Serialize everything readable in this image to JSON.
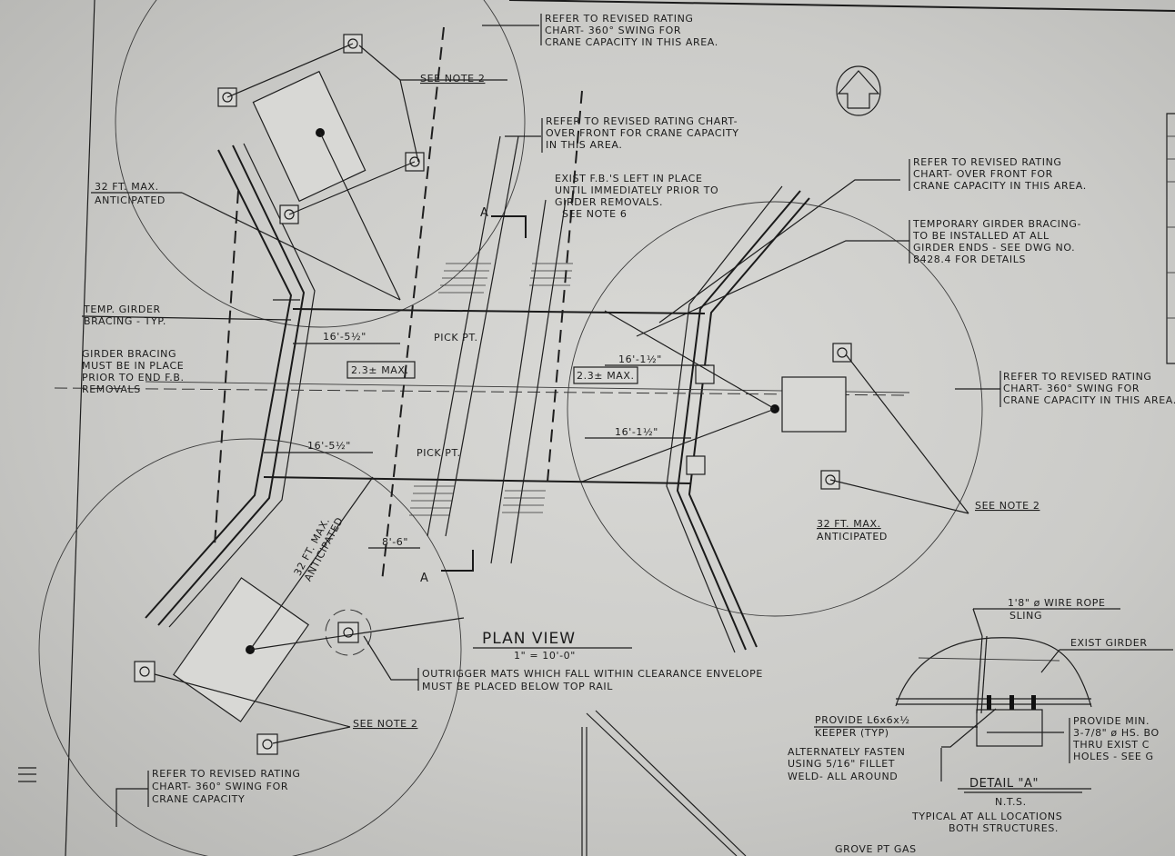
{
  "drawing": {
    "title": "PLAN VIEW",
    "scale": "1\" = 10'-0\"",
    "notes": {
      "top_360_swing": [
        "REFER TO REVISED RATING",
        "CHART- 360° SWING FOR",
        "CRANE CAPACITY IN THIS AREA."
      ],
      "top_see_note": "SEE NOTE 2",
      "over_front_center": [
        "REFER TO REVISED RATING CHART-",
        "OVER FRONT FOR CRANE CAPACITY",
        "IN THIS AREA."
      ],
      "exist_fb": [
        "EXIST F.B.'S LEFT IN PLACE",
        "UNTIL IMMEDIATELY PRIOR TO",
        "GIRDER REMOVALS.",
        "SEE NOTE 6"
      ],
      "over_front_right": [
        "REFER TO REVISED RATING",
        "CHART- OVER FRONT FOR",
        "CRANE CAPACITY IN THIS AREA."
      ],
      "temp_bracing_right": [
        "TEMPORARY GIRDER BRACING-",
        "TO BE INSTALLED AT ALL",
        "GIRDER ENDS - SEE DWG NO.",
        "8428.4 FOR DETAILS"
      ],
      "left_32ft": [
        "32 FT. MAX.",
        "ANTICIPATED"
      ],
      "temp_girder_typ": [
        "TEMP. GIRDER",
        "BRACING - TYP."
      ],
      "girder_bracing_place": [
        "GIRDER BRACING",
        "MUST BE IN PLACE",
        "PRIOR TO END F.B.",
        "REMOVALS"
      ],
      "right_360_swing": [
        "REFER TO REVISED RATING",
        "CHART- 360° SWING FOR",
        "CRANE CAPACITY IN THIS AREA."
      ],
      "right_see_note": "SEE NOTE 2",
      "right_32ft": [
        "32 FT. MAX.",
        "ANTICIPATED"
      ],
      "lower_32ft": [
        "32 FT. MAX.",
        "ANTICIPATED"
      ],
      "outrigger_mats": [
        "OUTRIGGER MATS WHICH FALL WITHIN CLEARANCE ENVELOPE",
        "MUST BE PLACED BELOW TOP RAIL"
      ],
      "bottom_see_note": "SEE NOTE 2",
      "bottom_360_swing": [
        "REFER TO REVISED RATING",
        "CHART- 360° SWING FOR",
        "CRANE CAPACITY"
      ]
    },
    "dimensions": {
      "upper_left": "16'-5½\"",
      "lower_left": "16'-5½\"",
      "upper_right": "16'-1½\"",
      "lower_right": "16'-1½\"",
      "max_left": "2.3± MAX.",
      "max_right": "2.3± MAX.",
      "offset": "8'-6\"",
      "pick_pt_upper": "PICK PT.",
      "pick_pt_lower": "PICK PT.",
      "section_top": "A",
      "section_bottom": "A"
    },
    "detail": {
      "title": "DETAIL \"A\"",
      "scale": "N.T.S.",
      "typical": [
        "TYPICAL AT ALL LOCATIONS",
        "BOTH STRUCTURES."
      ],
      "sling": [
        "1'8\" ø WIRE ROPE",
        "SLING"
      ],
      "exist_girder": "EXIST GIRDER",
      "keeper": [
        "PROVIDE L6x6x½",
        "KEEPER (TYP)"
      ],
      "fasten": [
        "ALTERNATELY FASTEN",
        "USING 5/16\" FILLET",
        "WELD- ALL AROUND"
      ],
      "bolts": [
        "PROVIDE MIN.",
        "3-7/8\" ø HS. BO",
        "THRU EXIST C",
        "HOLES - SEE G"
      ]
    },
    "footer_partial": "GROVE PT GAS",
    "north_arrow": "north-arrow-icon"
  }
}
